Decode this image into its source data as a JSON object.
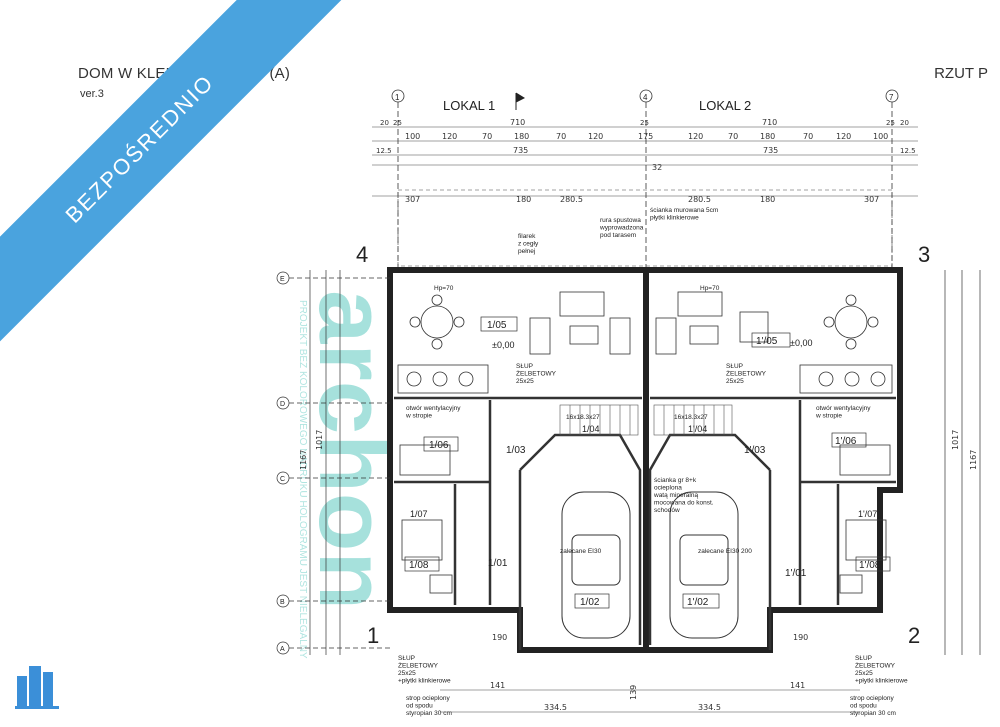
{
  "header": {
    "title": "DOM W KLEMATISACH 10 (A)",
    "version": "ver.3",
    "sheet": "RZUT P"
  },
  "banner": {
    "label": "BEZPOŚREDNIO",
    "color": "#4aa3de"
  },
  "watermark": {
    "brand": "archon",
    "side_text": "PROJEKT BEZ KOLOROWEGO NADRUKU HOLOGRAMU JEST NIELEGALNY",
    "color": "#5fc9c0"
  },
  "units": {
    "lokal1": "LOKAL 1",
    "lokal2": "LOKAL 2"
  },
  "axes": {
    "a1": "1",
    "a4": "4",
    "a7": "7",
    "rA": "A",
    "rB": "B",
    "rC": "C",
    "rD": "D",
    "rE": "E"
  },
  "corners": {
    "tl": "4",
    "tr": "3",
    "bl": "1",
    "br": "2"
  },
  "dims": {
    "top_a": "710",
    "top_b": "710",
    "t20a": "20",
    "t25a": "25",
    "t25b": "25",
    "t25c": "25",
    "t20b": "20",
    "s100a": "100",
    "s120a": "120",
    "s70a": "70",
    "s180a": "180",
    "s70b": "70",
    "s120b": "120",
    "s175": "175",
    "s120c": "120",
    "s70c": "70",
    "s180b": "180",
    "s70d": "70",
    "s120d": "120",
    "s100b": "100",
    "s12_5a": "12.5",
    "s12_5b": "12.5",
    "w735a": "735",
    "w735b": "735",
    "d307a": "307",
    "d307b": "307",
    "d280_5a": "280.5",
    "d280_5b": "280.5",
    "d180a": "180",
    "d180b": "180",
    "d32": "32",
    "left1167": "1167",
    "right1167": "1167",
    "left1017": "1017",
    "right1017": "1017",
    "b334_5a": "334.5",
    "b334_5b": "334.5",
    "b139": "139",
    "b141a": "141",
    "b141b": "141",
    "b190a": "190",
    "b190b": "190"
  },
  "rooms": {
    "r105": "1/05",
    "r105b": "1'/05",
    "r105_lvl": "±0,00",
    "r105b_lvl": "±0,00",
    "r106": "1/06",
    "r106b": "1'/06",
    "r103": "1/03",
    "r103b": "1'/03",
    "r104": "1/04",
    "r104b": "1'/04",
    "r107": "1/07",
    "r107b": "1'/07",
    "r108": "1/08",
    "r108b": "1'/08",
    "r101": "1/01",
    "r101b": "1'/01",
    "r102": "1/02",
    "r102b": "1'/02"
  },
  "notes": {
    "filarek": "filarek\nz cegły\npełnej",
    "rura": "rura spustowa\nwyprowadzona\npod tarasem",
    "scianka": "ścianka murowana 5cm\npłytki klinkierowe",
    "slup1": "SŁUP\nŻELBETOWY\n25x25",
    "slup2": "SŁUP\nŻELBETOWY\n25x25",
    "otwor": "otwór wentylacyjny\nw stropie",
    "otwor_b": "otwór wentylacyjny\nw stropie",
    "stopnie1": "16x18.3x27",
    "stopnie2": "16x18.3x27",
    "strop": "strop ocieplony\nod spodu\nstyropian 30 cm",
    "strop_b": "strop ocieplony\nod spodu\nstyropian 30 cm",
    "zelbet": "SŁUP\nŻELBETOWY\n25x25\n+płytki klinkierowe",
    "zelbet_b": "SŁUP\nŻELBETOWY\n25x25\n+płytki klinkierowe",
    "zalecane": "zalecane EI30",
    "zalecane_b": "zalecane EI30 200",
    "hp": "Hp=70",
    "hp2": "Hp=70",
    "scianka_garaz": "ścianka gr 8+k\nocieplona\nwatą mineralną\nmocowana do konst.\nschodów"
  }
}
